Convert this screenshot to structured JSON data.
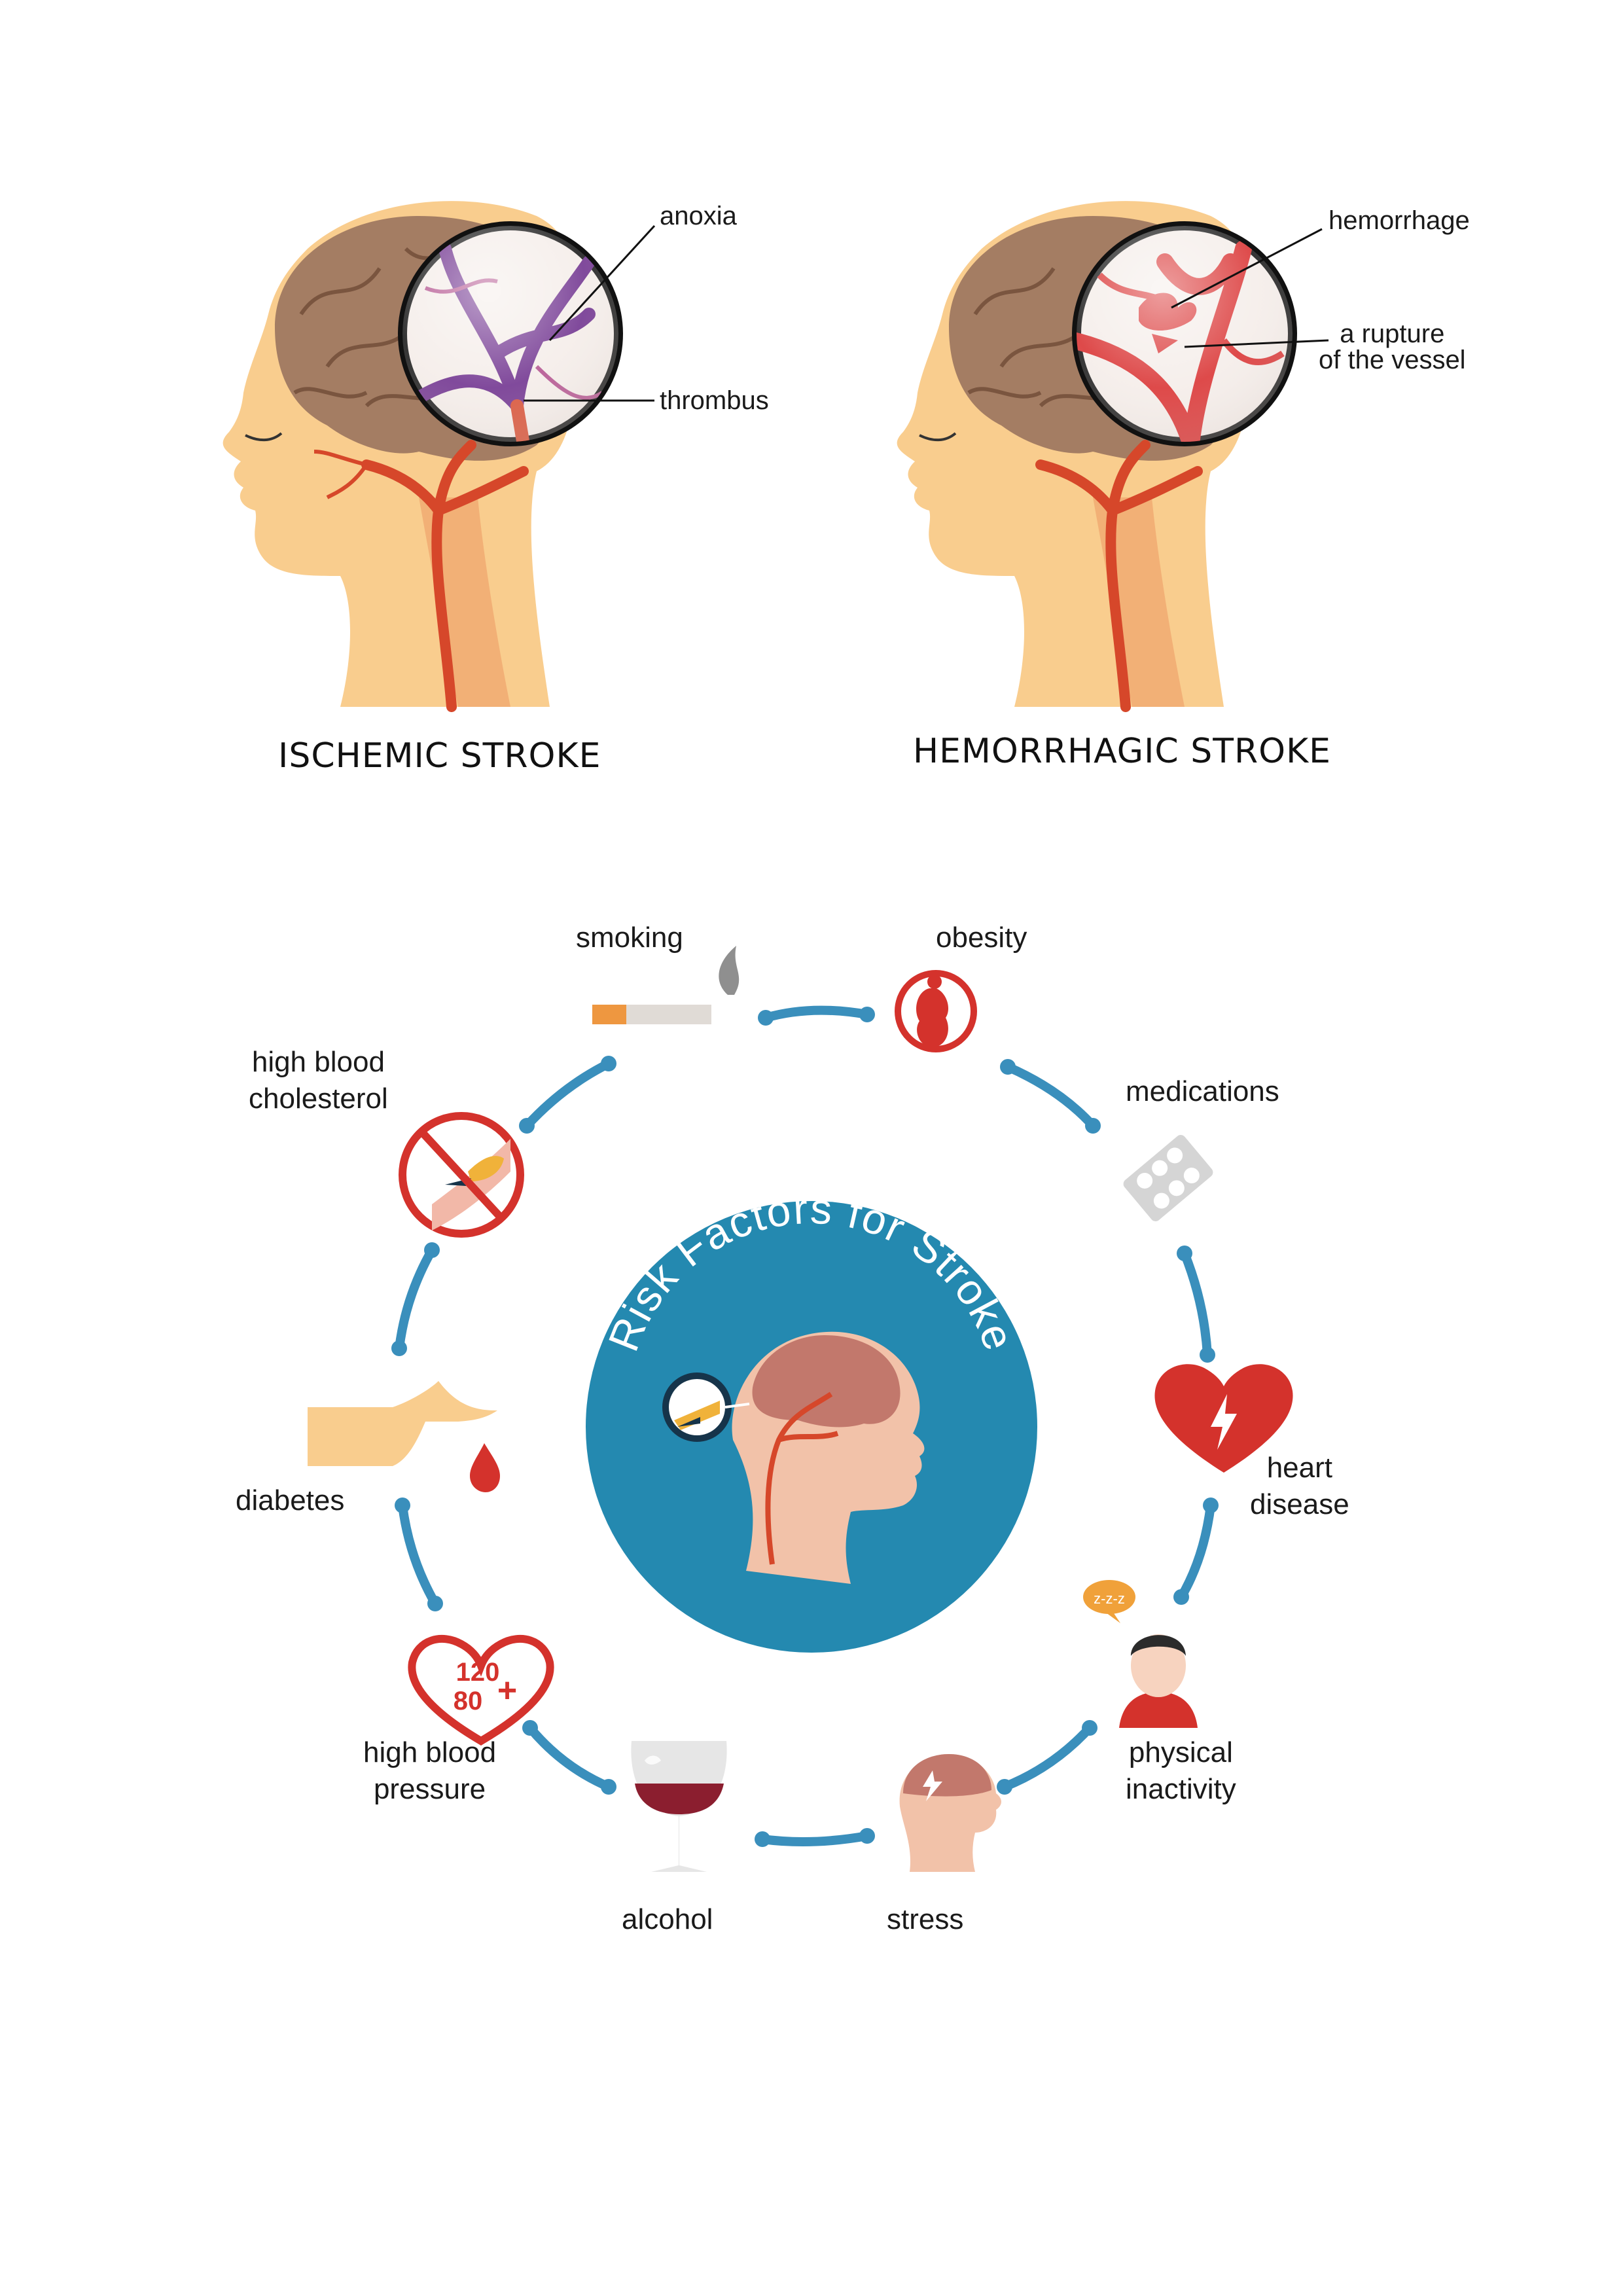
{
  "panels": {
    "ischemic": {
      "title": "ISCHEMIC STROKE",
      "label_anoxia": "anoxia",
      "label_thrombus": "thrombus"
    },
    "hemorrhagic": {
      "title": "HEMORRHAGIC STROKE",
      "label_hemorrhage": "hemorrhage",
      "label_rupture_1": "a rupture",
      "label_rupture_2": "of the vessel"
    }
  },
  "risk_wheel": {
    "center_title": "Risk Factors for Stroke",
    "factors": {
      "smoking": "smoking",
      "obesity": "obesity",
      "medications": "medications",
      "heart_disease_1": "heart",
      "heart_disease_2": "disease",
      "physical_inactivity_1": "physical",
      "physical_inactivity_2": "inactivity",
      "stress": "stress",
      "alcohol": "alcohol",
      "high_blood_pressure_1": "high blood",
      "high_blood_pressure_2": "pressure",
      "diabetes": "diabetes",
      "high_blood_cholesterol_1": "high blood",
      "high_blood_cholesterol_2": "cholesterol"
    },
    "bp_reading_top": "120",
    "bp_reading_bottom": "80",
    "bp_plus": "+",
    "sleep_bubble": "z-z-z"
  },
  "colors": {
    "skin": "#f9cd8e",
    "skin_shadow": "#e9b070",
    "brain": "#a47d63",
    "artery": "#d6472a",
    "vein_purple": "#6a2a8a",
    "blood_red": "#d82a2a",
    "wheel_blue": "#2489b0",
    "connector_blue": "#3a8fbc",
    "icon_red": "#d4322c"
  }
}
